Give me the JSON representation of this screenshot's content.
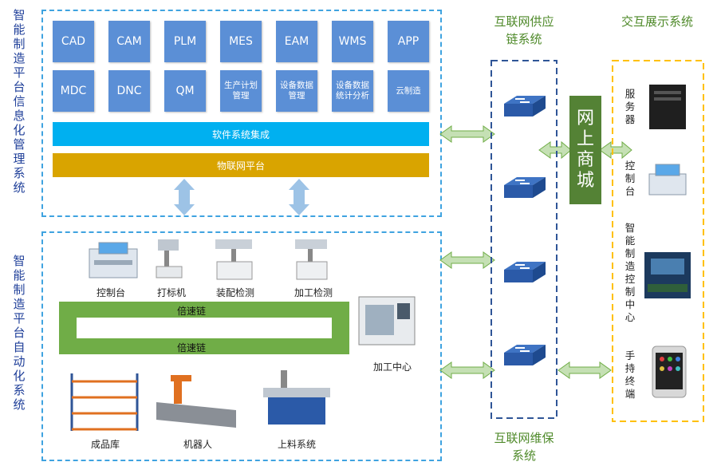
{
  "info_system": {
    "title": "智能制造平台信息化管理系统",
    "tiles_row1": [
      "CAD",
      "CAM",
      "PLM",
      "MES",
      "EAM",
      "WMS",
      "APP"
    ],
    "tiles_row2": [
      "MDC",
      "DNC",
      "QM",
      "生产计划管理",
      "设备数据管理",
      "设备数据统计分析",
      "云制造"
    ],
    "integration_bar": "软件系统集成",
    "iot_bar": "物联网平台"
  },
  "automation_system": {
    "title": "智能制造平台自动化系统",
    "stations": [
      "控制台",
      "打标机",
      "装配检测",
      "加工检测"
    ],
    "conveyor_top": "倍速链",
    "conveyor_bottom": "倍速链",
    "machining_center": "加工中心",
    "bottom_items": [
      "成品库",
      "机器人",
      "上料系统"
    ]
  },
  "supply_chain": {
    "title": "互联网供应链系统"
  },
  "maintenance": {
    "title": "互联网维保系统"
  },
  "mall": {
    "label": "网上商城"
  },
  "display": {
    "title": "交互展示系统",
    "items": [
      "服务器",
      "控制台",
      "智能制造控制中心",
      "手持终端"
    ]
  },
  "colors": {
    "dashed_blue": "#3fa3e0",
    "tile_blue": "#5b8fd6",
    "integration_cyan": "#00b0f0",
    "iot_gold": "#d9a400",
    "conveyor_green": "#70ad47",
    "arrow_green": "#c5e0b4",
    "mall_green": "#548235",
    "supply_box": "#2f5597",
    "display_box": "#ffc000"
  }
}
